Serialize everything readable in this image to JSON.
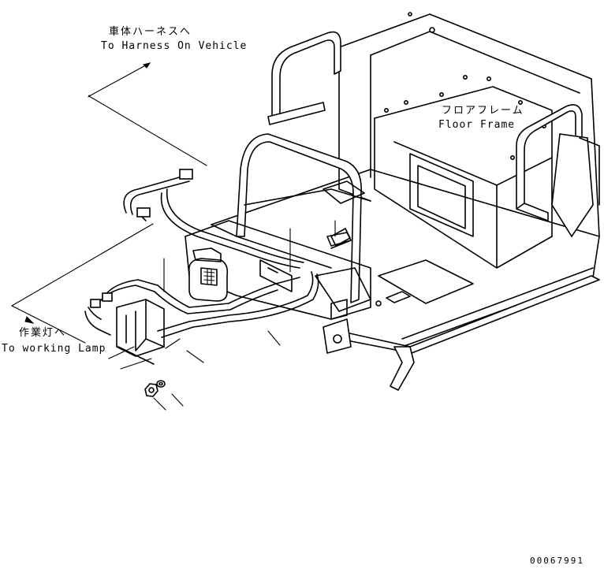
{
  "callouts": {
    "harness_jp": "車体ハーネスへ",
    "harness_en": "To Harness On Vehicle",
    "floor_jp": "フロアフレーム",
    "floor_en": "Floor Frame",
    "lamp_jp": "作業灯へ",
    "lamp_en": "To working Lamp"
  },
  "drawing_number": "00067991",
  "icons": {
    "arrow": "arrow-icon"
  }
}
